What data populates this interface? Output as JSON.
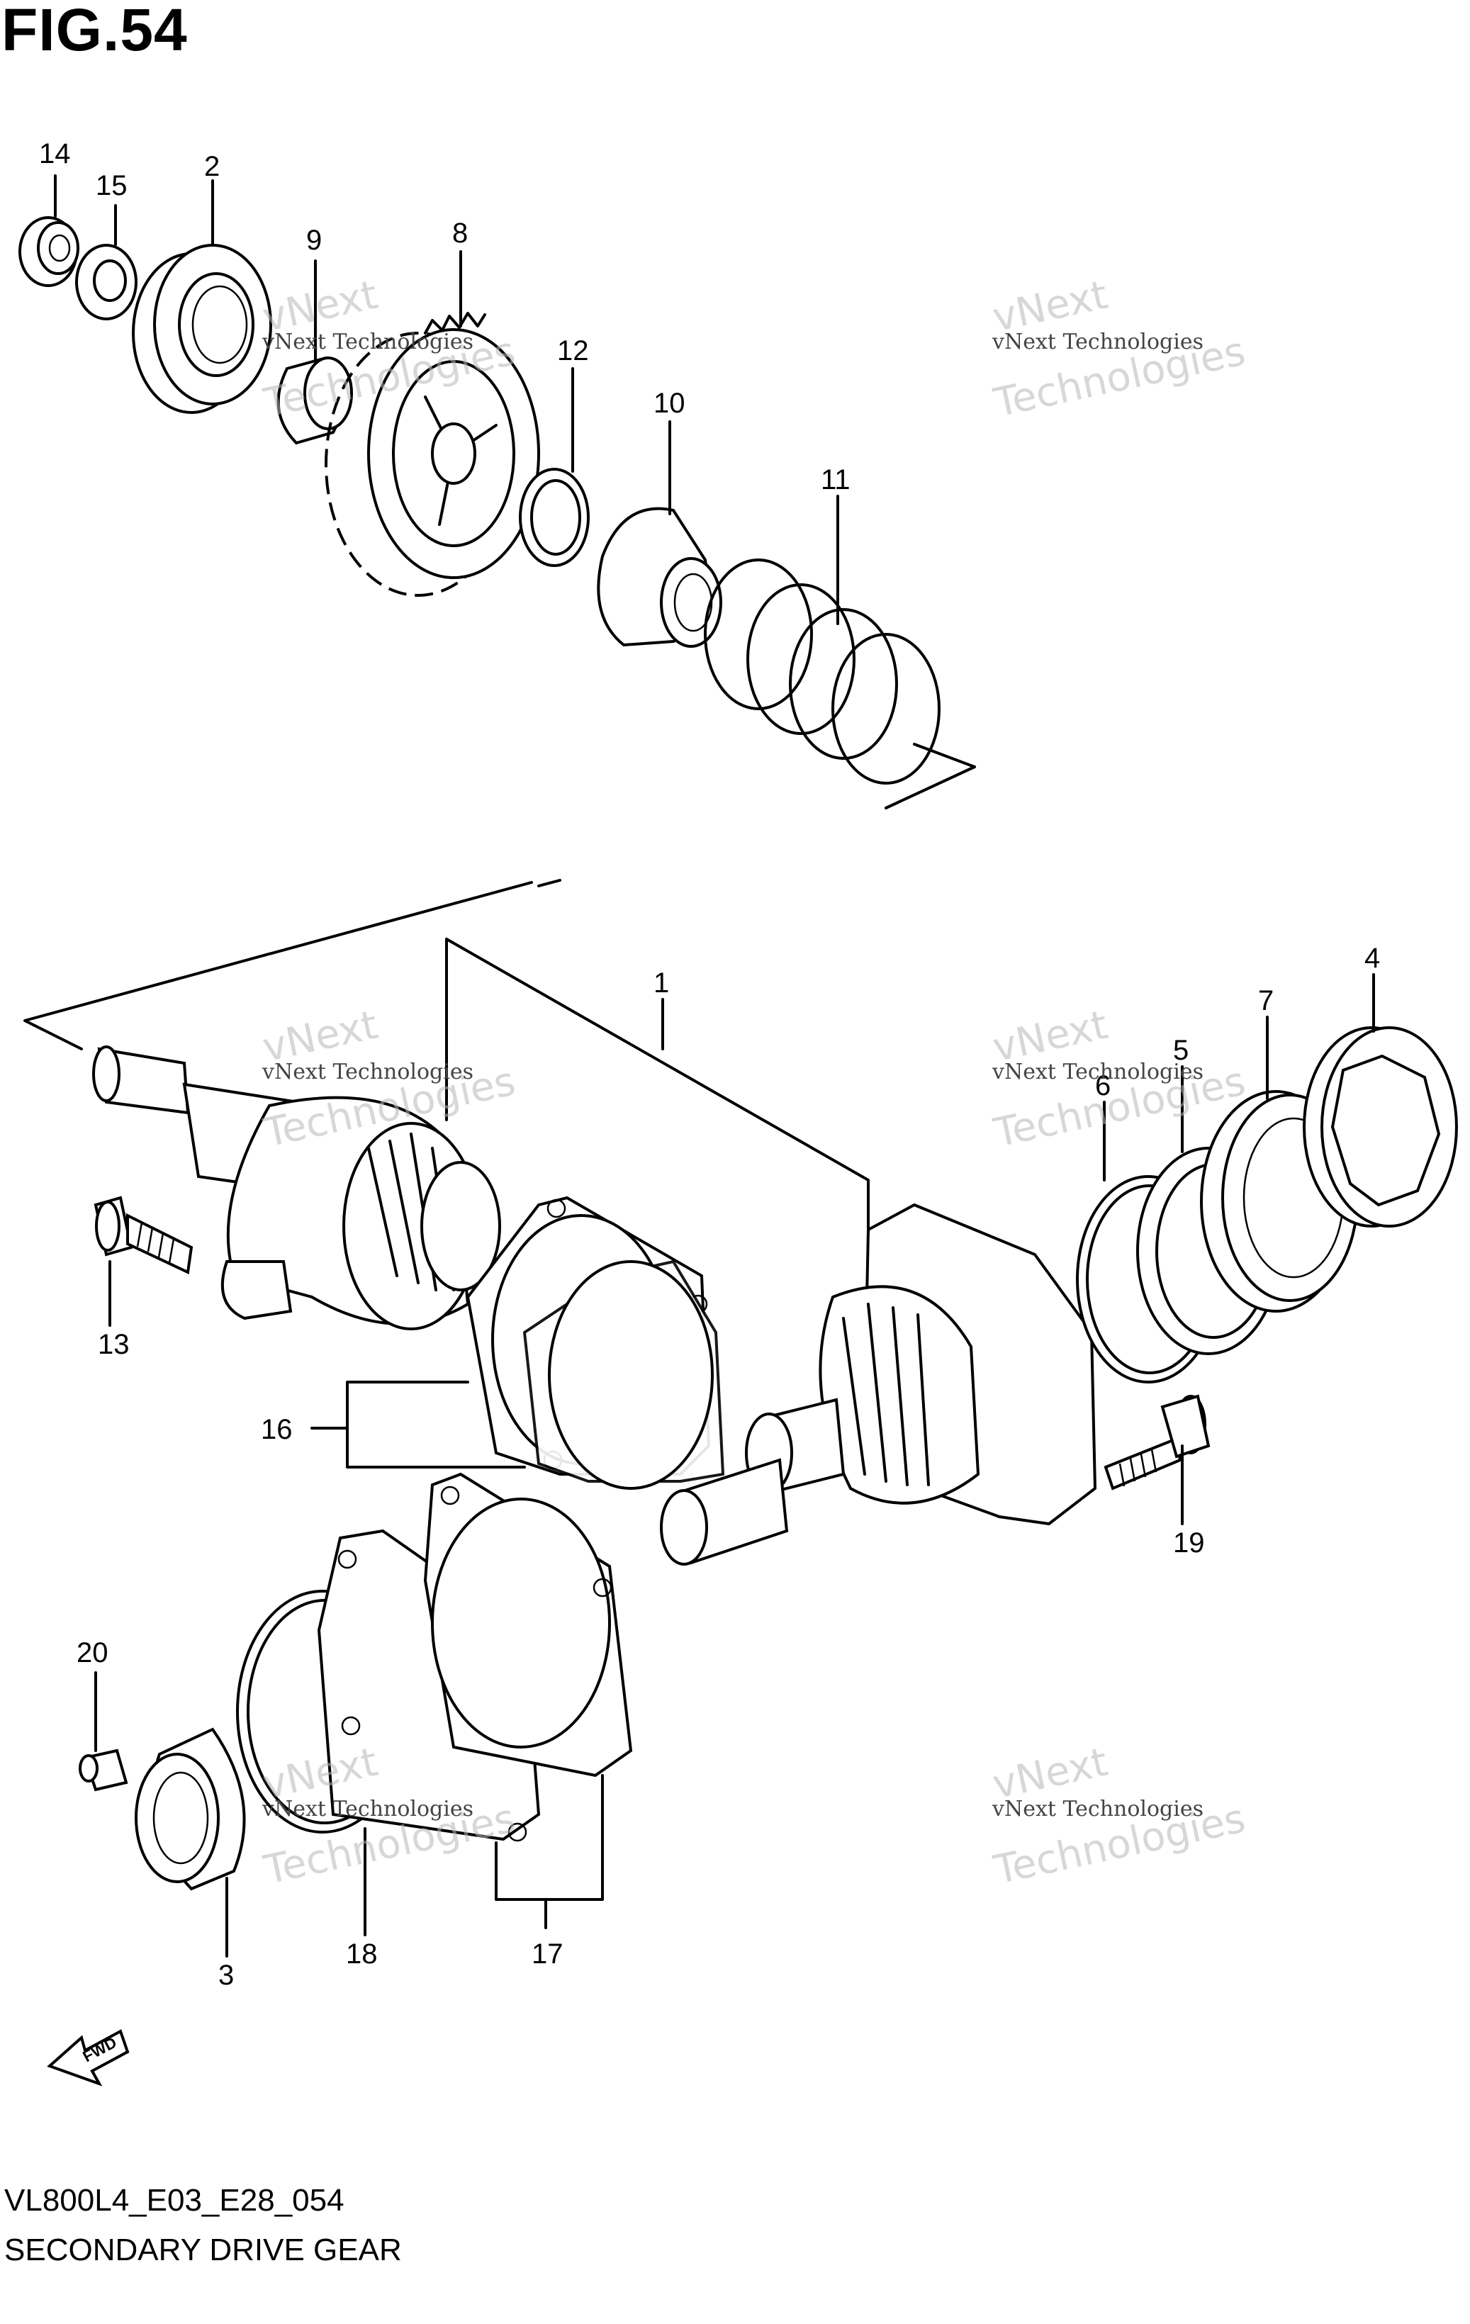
{
  "title": "FIG.54",
  "footer": {
    "code": "VL800L4_E03_E28_054",
    "name": "SECONDARY DRIVE GEAR"
  },
  "watermark": {
    "company": "vNext Technologies",
    "brand_line1": "vNext",
    "brand_line2": "Technologies"
  },
  "callouts": {
    "c1": "1",
    "c2": "2",
    "c3": "3",
    "c4": "4",
    "c5": "5",
    "c6": "6",
    "c7": "7",
    "c8": "8",
    "c9": "9",
    "c10": "10",
    "c11": "11",
    "c12": "12",
    "c13": "13",
    "c14": "14",
    "c15": "15",
    "c16": "16",
    "c17": "17",
    "c18": "18",
    "c19": "19",
    "c20": "20"
  },
  "fwd_label": "FWD",
  "colors": {
    "line": "#000000",
    "watermark": "#b8b8b8",
    "background": "#ffffff"
  }
}
